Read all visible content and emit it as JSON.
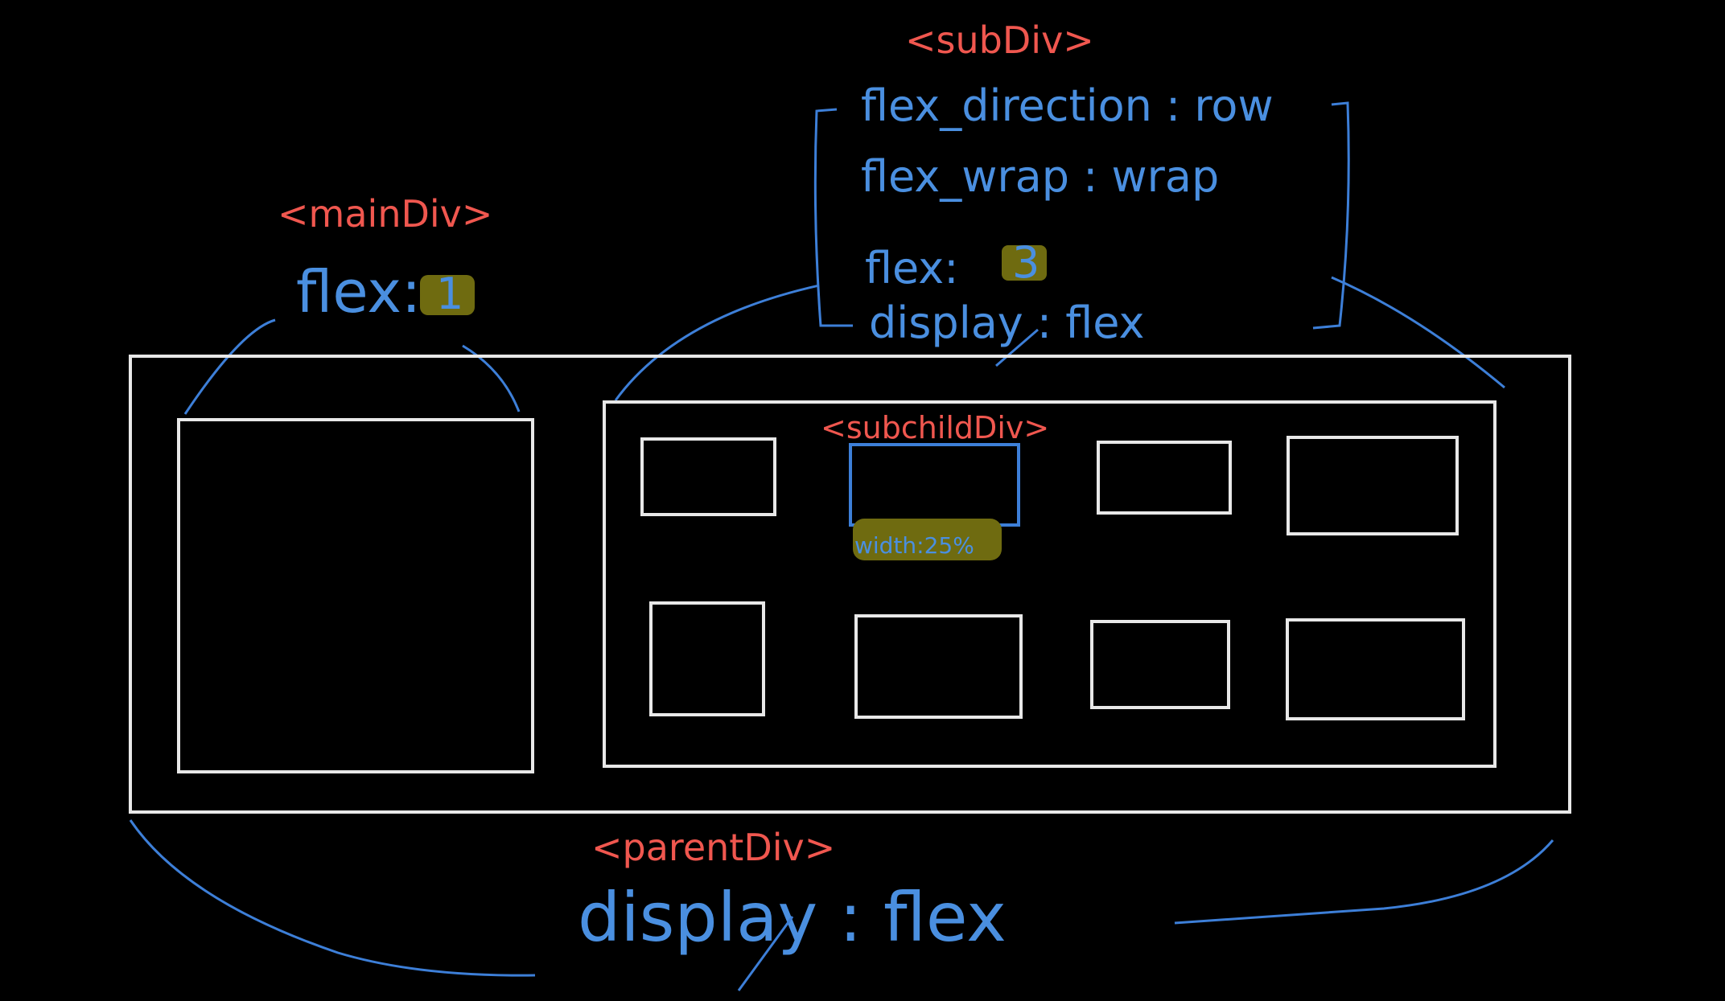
{
  "labels": {
    "sub_div_tag": "<subDiv>",
    "main_div_tag": "<mainDiv>",
    "sub_child_div_tag": "<subchildDiv>",
    "parent_div_tag": "<parentDiv>"
  },
  "main_div": {
    "flex_prop": "flex:",
    "flex_value": "1"
  },
  "sub_div": {
    "line1": "flex_direction : row",
    "line2": "flex_wrap : wrap",
    "flex_prop": "flex:",
    "flex_value": "3",
    "line4": "display : flex"
  },
  "sub_child_div": {
    "width_rule": "width:25%"
  },
  "parent_div": {
    "rule": "display : flex"
  },
  "colors": {
    "background": "#000000",
    "box_stroke": "#e8e8e8",
    "tag_red": "#f0574f",
    "annotation_blue": "#3d7fd8",
    "highlight": "#6f6b10"
  }
}
